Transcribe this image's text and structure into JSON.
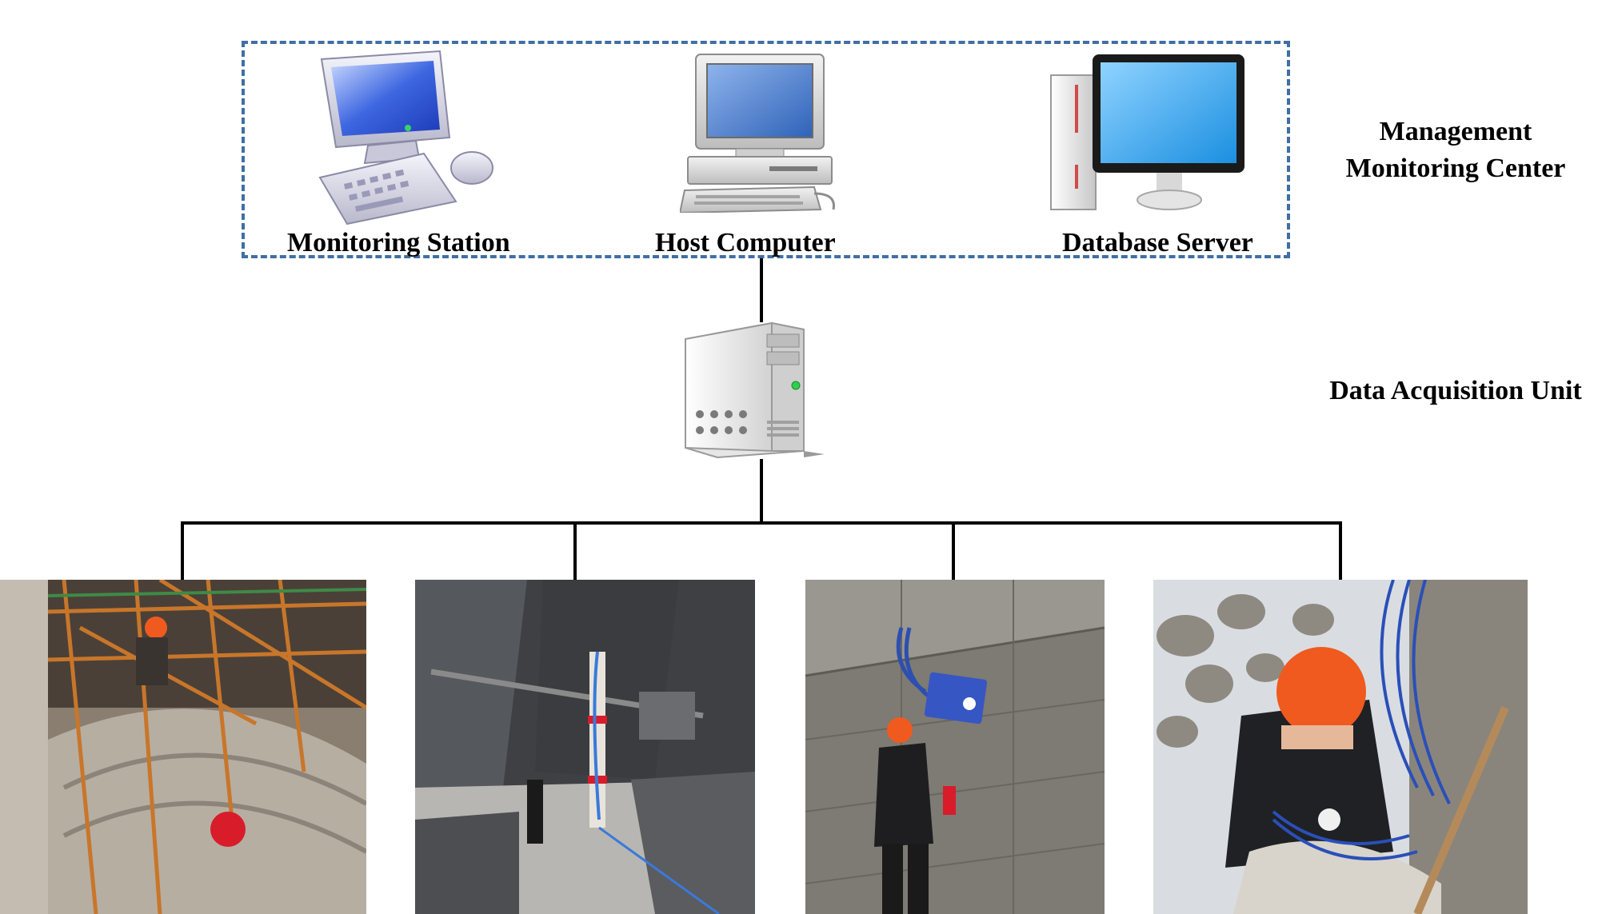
{
  "management_center": {
    "label_line1": "Management",
    "label_line2": "Monitoring Center",
    "nodes": [
      {
        "label": "Monitoring Station",
        "icon": "workstation-icon"
      },
      {
        "label": "Host Computer",
        "icon": "desktop-computer-icon"
      },
      {
        "label": "Database Server",
        "icon": "server-with-monitor-icon"
      }
    ]
  },
  "data_acquisition": {
    "label": "Data Acquisition Unit",
    "icon": "tower-server-icon"
  },
  "field_photos": [
    {
      "name": "scaffolding-tunnel-photo"
    },
    {
      "name": "sensor-installation-photo"
    },
    {
      "name": "wall-instrument-photo"
    },
    {
      "name": "cable-wiring-photo"
    }
  ],
  "colors": {
    "dashed_border": "#3f6fa3",
    "connector": "#000000"
  }
}
